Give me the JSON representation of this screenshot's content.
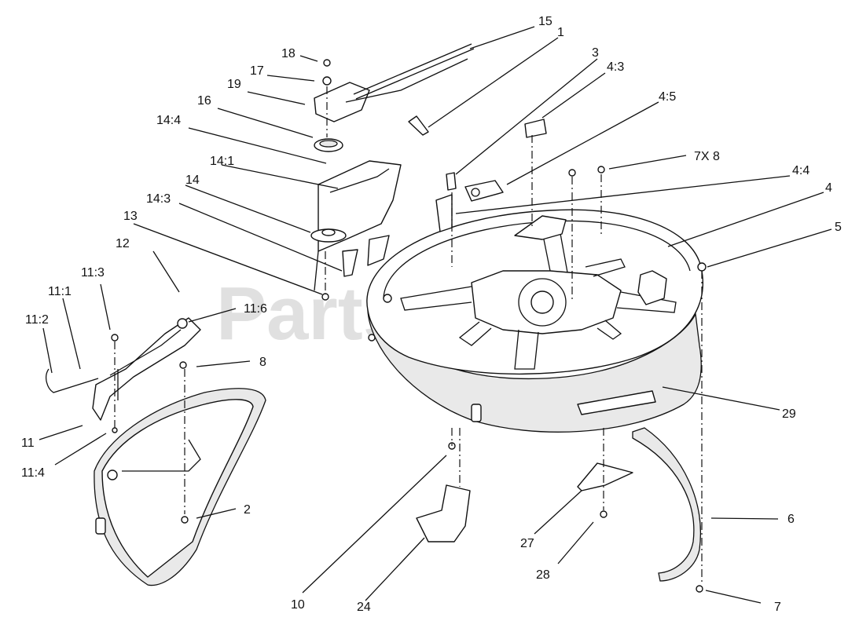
{
  "watermark": {
    "text": "PartsTree",
    "trademark": "™"
  },
  "labels": {
    "l1": "1",
    "l2": "2",
    "l3": "3",
    "l4": "4",
    "l4_3": "4:3",
    "l4_4": "4:4",
    "l4_5": "4:5",
    "l5": "5",
    "l6": "6",
    "l7": "7",
    "l7x8": "7X 8",
    "l8": "8",
    "l10": "10",
    "l11": "11",
    "l11_1": "11:1",
    "l11_2": "11:2",
    "l11_3": "11:3",
    "l11_4": "11:4",
    "l11_6": "11:6",
    "l12": "12",
    "l13": "13",
    "l14": "14",
    "l14_1": "14:1",
    "l14_3": "14:3",
    "l14_4": "14:4",
    "l15": "15",
    "l16": "16",
    "l17": "17",
    "l18": "18",
    "l19": "19",
    "l24": "24",
    "l27": "27",
    "l28": "28",
    "l29": "29"
  }
}
